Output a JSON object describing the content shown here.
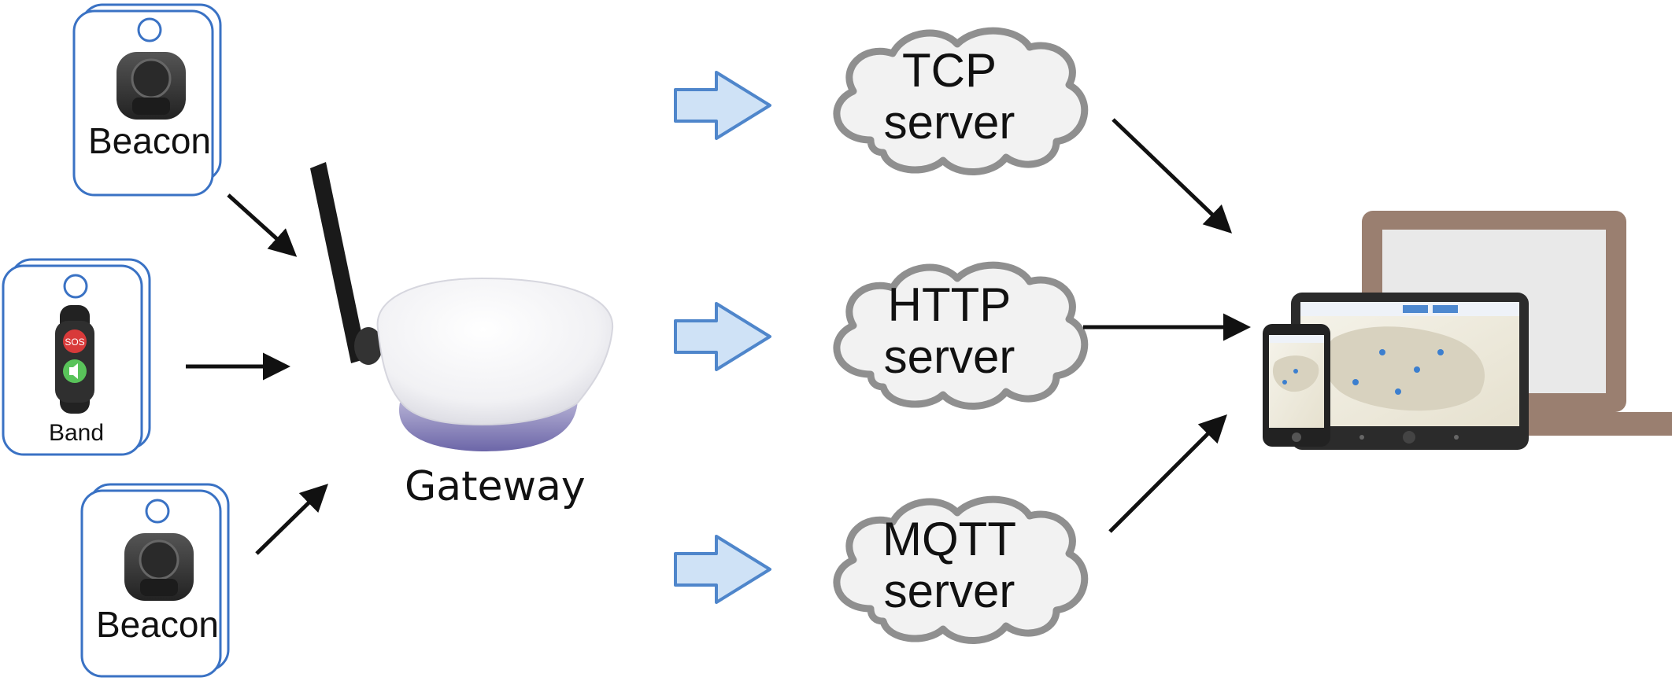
{
  "colors": {
    "card_border": "#3a72c4",
    "cloud_fill": "#f2f2f2",
    "cloud_stroke": "#8f8f8f",
    "block_arrow_fill": "#cfe2f6",
    "block_arrow_stroke": "#4f86cb",
    "laptop_frame": "#9a7f70",
    "device_dark": "#2b2b2b"
  },
  "devices": [
    {
      "id": "beacon-top",
      "label": "Beacon",
      "icon": "beacon-icon"
    },
    {
      "id": "band",
      "label": "Band",
      "icon": "band-icon",
      "buttons": [
        "SOS",
        "speaker"
      ]
    },
    {
      "id": "beacon-bottom",
      "label": "Beacon",
      "icon": "beacon-icon"
    }
  ],
  "gateway": {
    "label": "Gateway",
    "icon": "gateway-router-icon"
  },
  "servers": [
    {
      "line1": "TCP",
      "line2": "server"
    },
    {
      "line1": "HTTP",
      "line2": "server"
    },
    {
      "line1": "MQTT",
      "line2": "server"
    }
  ],
  "client": {
    "icons": [
      "laptop-icon",
      "tablet-icon",
      "phone-icon"
    ]
  },
  "band_buttons": {
    "sos": "SOS"
  }
}
